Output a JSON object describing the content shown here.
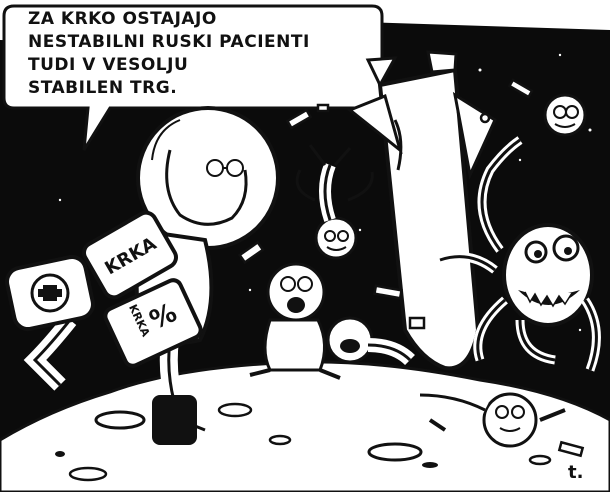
{
  "speech_bubble": {
    "lines": [
      "ZA KRKO OSTAJAJO",
      "NESTABILNI RUSKI PACIENTI",
      "TUDI V VESOLJU",
      "STABILEN TRG."
    ]
  },
  "canister_label": "KRKA",
  "pack_label": "KRKA",
  "pack_symbol": "%",
  "signature": "t.",
  "colors": {
    "ink": "#111111",
    "paper": "#ffffff",
    "space": "#0b0b0b",
    "moon": "#ffffff"
  }
}
